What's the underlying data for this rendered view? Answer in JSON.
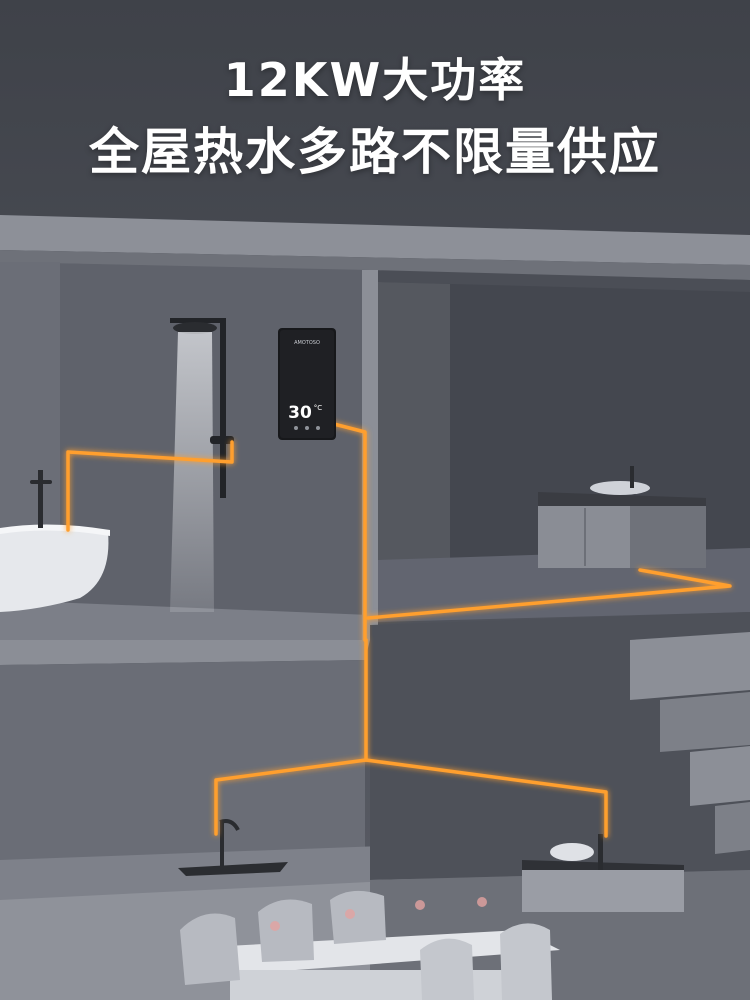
{
  "headline": {
    "line1": "12KW大功率",
    "line2": "全屋热水多路不限量供应"
  },
  "heater": {
    "brand": "AMOTOSO",
    "temperature": "30",
    "unit": "°C"
  },
  "colors": {
    "background": "#4a4d55",
    "pipe_glow": "#ff9f2e",
    "text": "#ffffff",
    "heater_body": "#17181b"
  }
}
